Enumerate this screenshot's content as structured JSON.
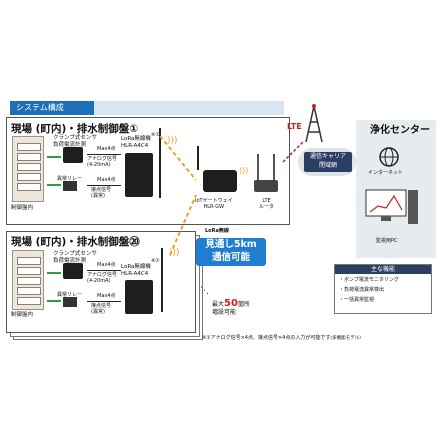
{
  "header": {
    "title": "システム構成"
  },
  "site1": {
    "title": "現場 (町内)・排水制御盤①",
    "control_panel": "制御盤内",
    "sensor": "クランプ式センサ\n負荷電流計測",
    "alarm_relay": "異常リレー",
    "max4_top": "Max4点",
    "analog": "アナログ信号\n(4-20mA)",
    "max4_bottom": "Max4点",
    "contact": "接点信号\n(異常)",
    "device_label": "LoRa無線機\nHLR-A4C4",
    "note_mark": "※①"
  },
  "site20": {
    "title": "現場 (町内)・排水制御盤⑳",
    "control_panel": "制御盤内",
    "sensor": "クランプ式センサ\n負荷電流計測",
    "alarm_relay": "異常リレー",
    "max4_top": "Max4点",
    "analog": "アナログ信号\n(4-20mA)",
    "max4_bottom": "Max4点",
    "contact": "接点信号\n(異常)",
    "device_label": "LoRa無線機\nHLR-A4C4",
    "note_mark": "※①"
  },
  "gateway": {
    "label": "IoTゲートウェイ\nHLR-GW"
  },
  "router": {
    "label": "LTE\nルータ"
  },
  "lte": "LTE",
  "carrier": "通信キャリア\n閉域網",
  "center": {
    "title": "浄化センター",
    "internet": "インターネット",
    "pc": "監視用PC"
  },
  "lora": {
    "label": "LoRa無線",
    "bubble": "見通し5km\n通信可能"
  },
  "expansion": {
    "prefix": "最大",
    "number": "50",
    "suffix": "箇所\n増設可能"
  },
  "functions": {
    "title": "主な機能",
    "items": [
      "・ポンプ電流モニタリング",
      "・負荷電流異常検出",
      "・一括異常監視"
    ]
  },
  "footnote": {
    "main": "※①アナログ信号×4点、接点信号×4点の入力が可能です",
    "suffix": "(多機能モデル)"
  },
  "colors": {
    "accent_blue": "#1d6fb8",
    "arrow_green": "#2e9e3a",
    "lora_orange": "#f0a020",
    "lte_red": "#d02020"
  }
}
